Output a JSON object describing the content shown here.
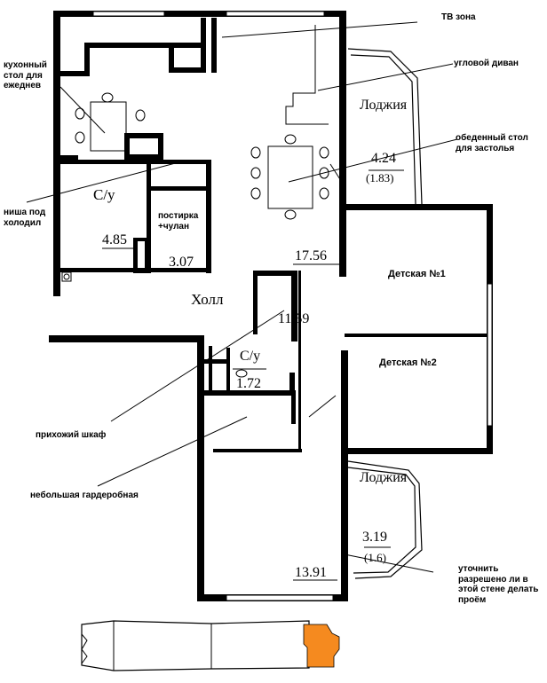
{
  "annotations": {
    "tv_zone": "ТВ зона",
    "corner_sofa": "угловой диван",
    "dining_table": "обеденный стол для застолья",
    "kitchen_table": "кухонный стол для ежеднев",
    "fridge_niche": "ниша под холодил",
    "laundry": "постирка +чулан",
    "hall_wardrobe": "прихожий шкаф",
    "small_wardrobe": "небольшая гардеробная",
    "opening_note": "уточнить разрешено ли в этой стене делать проём"
  },
  "rooms": {
    "loggia_top": "Лоджия",
    "loggia_bottom": "Лоджия",
    "bath_1": "С/у",
    "bath_2": "С/у",
    "hall": "Холл",
    "kids_1": "Детская №1",
    "kids_2": "Детская №2"
  },
  "areas": {
    "loggia_top": "4.24",
    "loggia_top_reduced": "(1.83)",
    "bath_1": "4.85",
    "laundry": "3.07",
    "living": "17.56",
    "hall": "11.59",
    "bath_2": "1.72",
    "loggia_bottom": "3.19",
    "loggia_bottom_reduced": "(1.6)",
    "bedroom": "13.91"
  },
  "colors": {
    "wall": "#000000",
    "line": "#000000",
    "highlight_section": "#f58a1f",
    "background": "#ffffff"
  }
}
